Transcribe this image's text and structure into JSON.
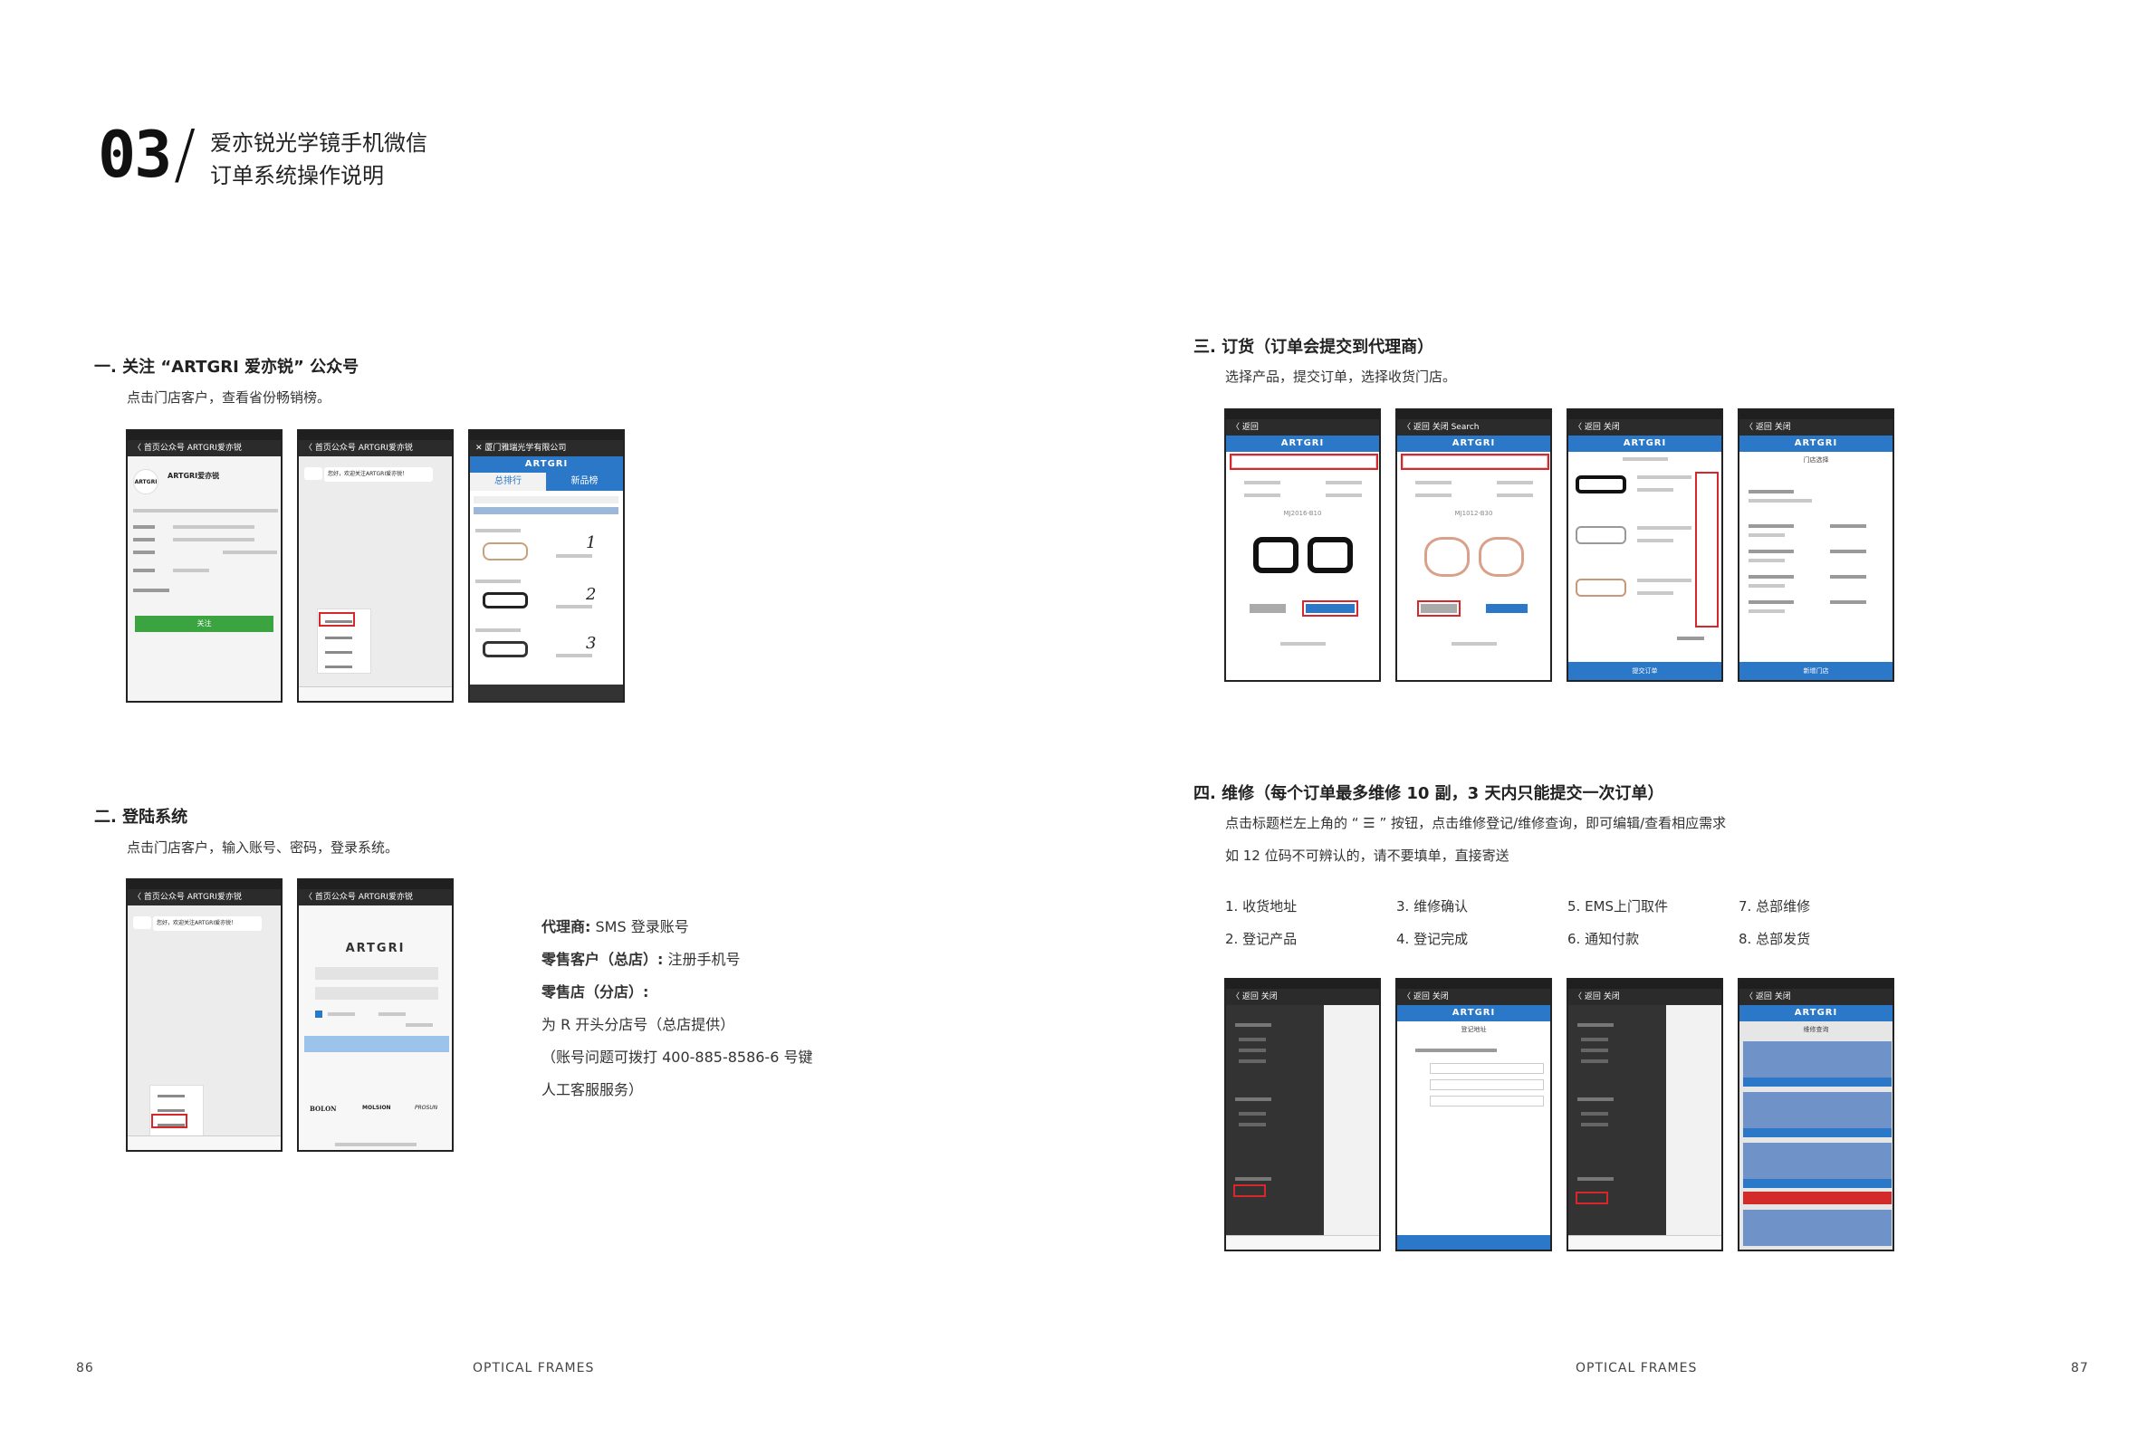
{
  "header": {
    "number": "03",
    "slash": "/",
    "title_line1": "爱亦锐光学镜手机微信",
    "title_line2": "订单系统操作说明"
  },
  "section1": {
    "title": "一. 关注 “ARTGRI 爱亦锐” 公众号",
    "subtitle": "点击门店客户，查看省份畅销榜。"
  },
  "section2": {
    "title": "二. 登陆系统",
    "subtitle": "点击门店客户，输入账号、密码，登录系统。",
    "notes": [
      {
        "label": "代理商:",
        "text": " SMS 登录账号"
      },
      {
        "label": "零售客户（总店）:",
        "text": " 注册手机号"
      },
      {
        "label": "零售店（分店）:",
        "text": ""
      },
      {
        "label": "",
        "text": "为 R 开头分店号（总店提供）"
      },
      {
        "label": "",
        "text": "（账号问题可拨打 400-885-8586-6 号键"
      },
      {
        "label": "",
        "text": "人工客服服务）"
      }
    ]
  },
  "section3": {
    "title": "三. 订货（订单会提交到代理商）",
    "subtitle": "选择产品，提交订单，选择收货门店。"
  },
  "section4": {
    "title": "四. 维修（每个订单最多维修 10 副，3 天内只能提交一次订单）",
    "subtitle_line1": "点击标题栏左上角的 “ ☰ ” 按钮，点击维修登记/维修查询，即可编辑/查看相应需求",
    "subtitle_line2": "如 12 位码不可辨认的，请不要填单，直接寄送",
    "steps": [
      "1. 收货地址",
      "3. 维修确认",
      "5. EMS上门取件",
      "7. 总部维修",
      "2. 登记产品",
      "4. 登记完成",
      "6. 通知付款",
      "8. 总部发货"
    ]
  },
  "phones": {
    "s1": [
      {
        "nav": "〈 首页公众号   ARTGRI爱亦锐",
        "brand": "ARTGRI",
        "name": "ARTGRI爱亦锐",
        "follow": "关注"
      },
      {
        "nav": "〈 首页公众号   ARTGRI爱亦锐",
        "greeting": "您好，欢迎关注ARTGRI爱亦锐！"
      },
      {
        "nav": "✕   厦门雅瑞光学有限公司",
        "brand": "ARTGRI",
        "tab_left": "总排行",
        "tab_right": "新品榜",
        "ranks": [
          "1",
          "2",
          "3"
        ]
      }
    ],
    "s2": [
      {
        "nav": "〈 首页公众号   ARTGRI爱亦锐",
        "greeting": "您好，欢迎关注ARTGRI爱亦锐！"
      },
      {
        "nav": "〈 首页公众号   ARTGRI爱亦锐",
        "brand": "ARTGRI",
        "logos": [
          "BOLON",
          "MOLSION",
          "PROSUN"
        ]
      }
    ],
    "s3": [
      {
        "nav": "〈 返回",
        "brand": "ARTGRI",
        "model": "MJ2016-B10"
      },
      {
        "nav": "〈 返回  关闭        Search",
        "brand": "ARTGRI",
        "model": "MJ1012-B30"
      },
      {
        "nav": "〈 返回  关闭",
        "brand": "ARTGRI",
        "submit": "提交订单"
      },
      {
        "nav": "〈 返回  关闭",
        "brand": "ARTGRI",
        "store": "门店选择",
        "add": "新增门店"
      }
    ],
    "s4": [
      {
        "nav": "〈 返回  关闭"
      },
      {
        "nav": "〈 返回  关闭",
        "brand": "ARTGRI",
        "form_title": "登记地址"
      },
      {
        "nav": "〈 返回  关闭"
      },
      {
        "nav": "〈 返回  关闭",
        "brand": "ARTGRI",
        "list_title": "维修查询"
      }
    ]
  },
  "footer": {
    "left_page": "86",
    "left_label": "OPTICAL FRAMES",
    "right_label": "OPTICAL FRAMES",
    "right_page": "87"
  }
}
